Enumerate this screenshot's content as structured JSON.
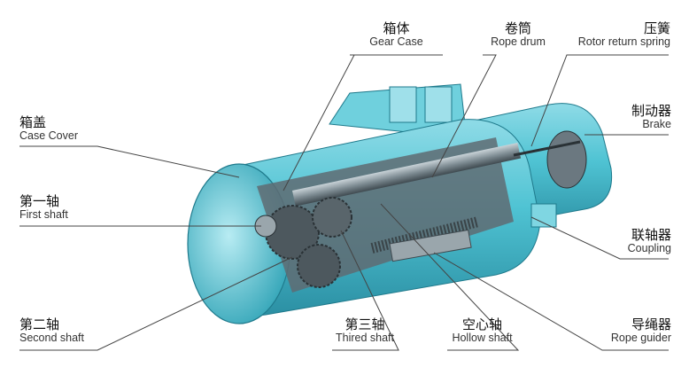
{
  "labels": {
    "gear_case": {
      "zh": "箱体",
      "en": "Gear Case"
    },
    "rope_drum": {
      "zh": "卷筒",
      "en": "Rope drum"
    },
    "rotor_spring": {
      "zh": "压簧",
      "en": "Rotor return spring"
    },
    "case_cover": {
      "zh": "箱盖",
      "en": "Case Cover"
    },
    "brake": {
      "zh": "制动器",
      "en": "Brake"
    },
    "first_shaft": {
      "zh": "第一轴",
      "en": "First shaft"
    },
    "coupling": {
      "zh": "联轴器",
      "en": "Coupling"
    },
    "second_shaft": {
      "zh": "第二轴",
      "en": "Second shaft"
    },
    "third_shaft": {
      "zh": "第三轴",
      "en": "Thired shaft"
    },
    "hollow_shaft": {
      "zh": "空心轴",
      "en": "Hollow shaft"
    },
    "rope_guider": {
      "zh": "导绳器",
      "en": "Rope guider"
    }
  },
  "colors": {
    "body": "#4fc3d3",
    "body_dark": "#2b8fa3",
    "body_light": "#a9e3ec",
    "internal": "#6e7b82",
    "leader": "#444444"
  }
}
